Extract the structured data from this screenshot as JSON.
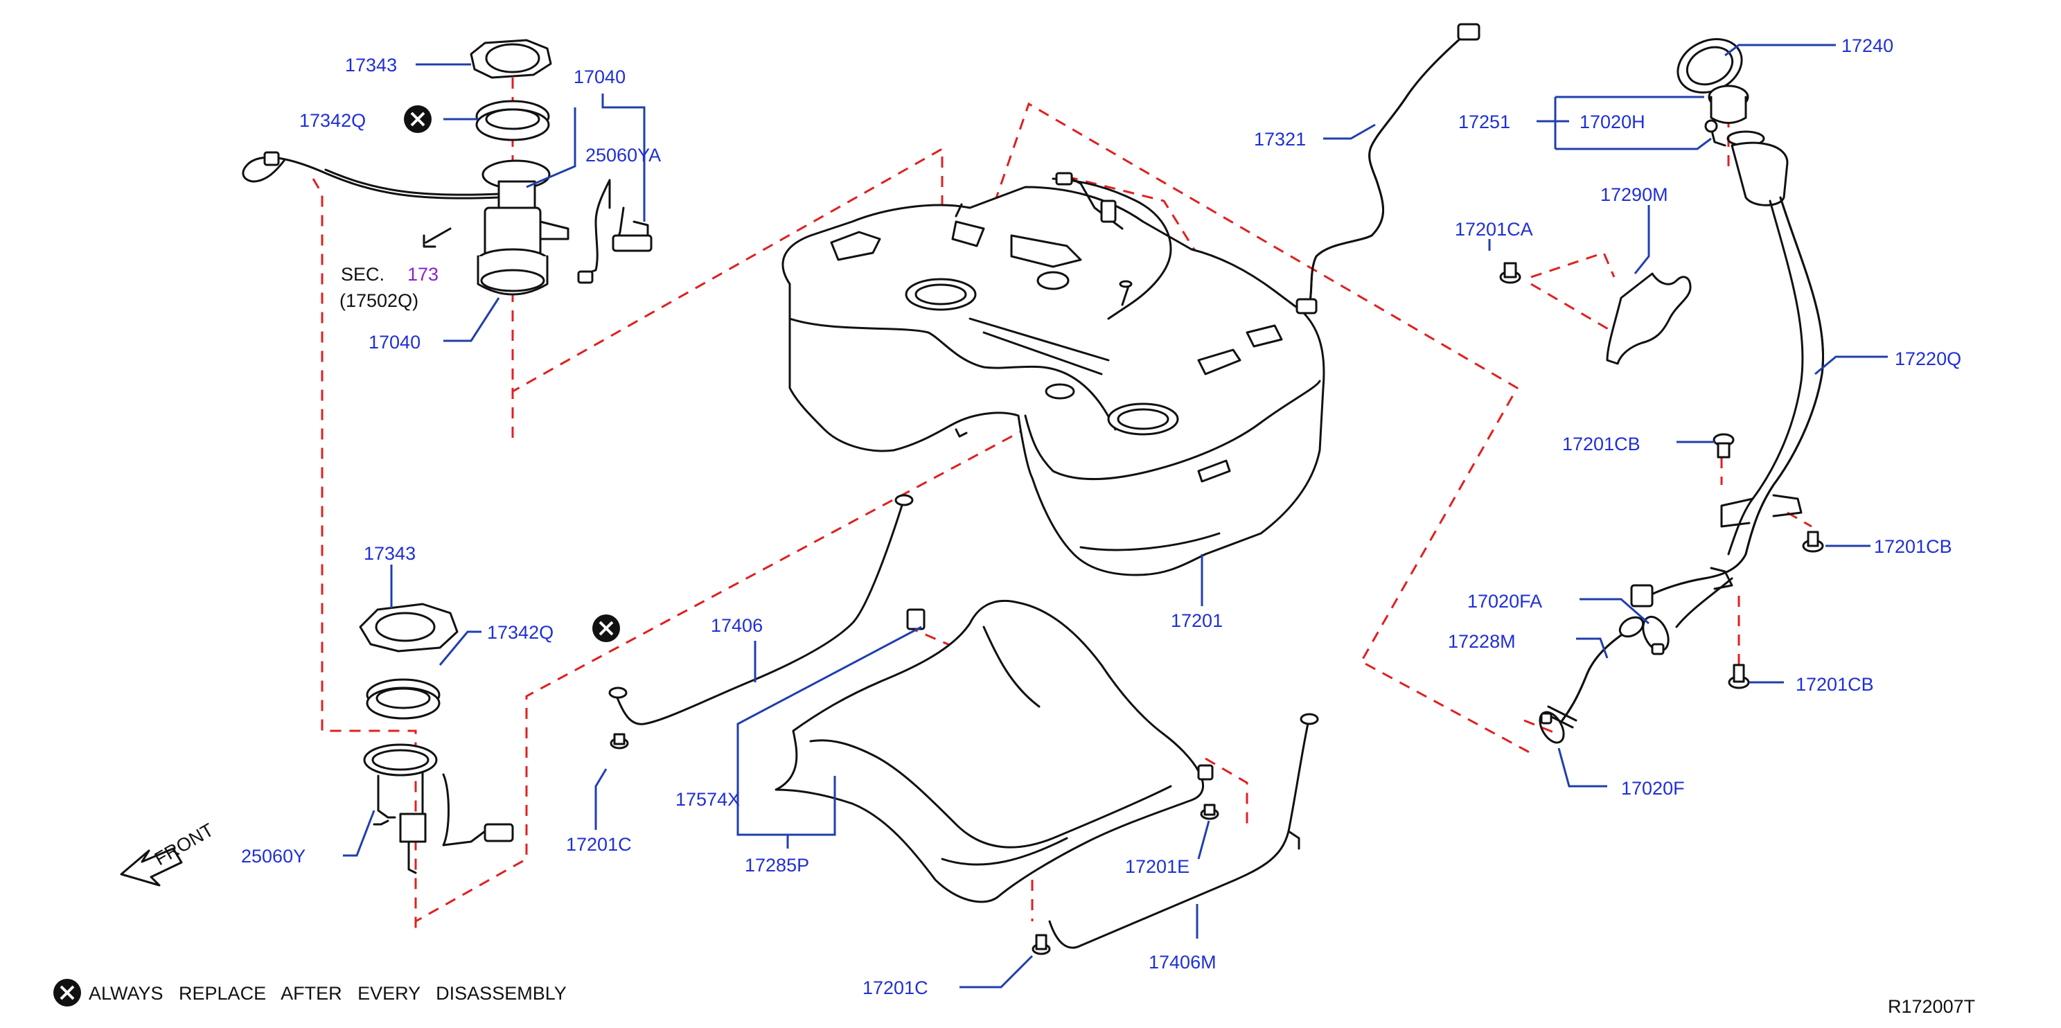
{
  "labels": {
    "p17343_top": "17343",
    "p17040_top": "17040",
    "p17342q_top": "17342Q",
    "p25060ya": "25060YA",
    "sec_prefix": "SEC.",
    "sec_number": "173",
    "sec_ref": "(17502Q)",
    "p17040_bottom": "17040",
    "p17343_bottom": "17343",
    "p17342q_bottom": "17342Q",
    "p25060y": "25060Y",
    "front": "FRONT",
    "p17406": "17406",
    "p17201c_left": "17201C",
    "p17574x": "17574X",
    "p17285p": "17285P",
    "p17201": "17201",
    "p17201e": "17201E",
    "p17406m": "17406M",
    "p17201c_bottom": "17201C",
    "p17321": "17321",
    "p17240": "17240",
    "p17251": "17251",
    "p17020h": "17020H",
    "p17290m": "17290M",
    "p17201ca": "17201CA",
    "p17220q": "17220Q",
    "p17201cb_1": "17201CB",
    "p17201cb_2": "17201CB",
    "p17020fa": "17020FA",
    "p17228m": "17228M",
    "p17201cb_3": "17201CB",
    "p17020f": "17020F"
  },
  "notice": "ALWAYS   REPLACE   AFTER   EVERY   DISASSEMBLY",
  "drawing_code": "R172007T",
  "colors": {
    "label_blue": "#1f2fd6",
    "leader_blue": "#1f3fae",
    "dashed_red": "#e02020",
    "section_purple": "#8a1fd6",
    "line_black": "#111111"
  },
  "icons": [
    "replace-marker-icon",
    "front-arrow-icon"
  ]
}
